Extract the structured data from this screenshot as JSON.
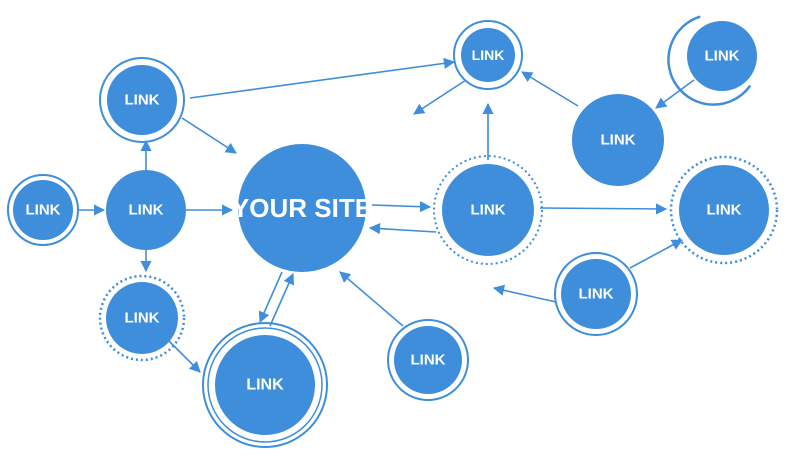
{
  "colors": {
    "node": "#3e8edb",
    "ring": "#3e8edb",
    "edge": "#3e8edb",
    "text": "#ffffff",
    "background": "#ffffff"
  },
  "center": {
    "label": "YOUR SITE"
  },
  "nodes": [
    {
      "id": "n1",
      "label": "LINK"
    },
    {
      "id": "n2",
      "label": "LINK"
    },
    {
      "id": "n3",
      "label": "LINK"
    },
    {
      "id": "n4",
      "label": "LINK"
    },
    {
      "id": "n5",
      "label": "LINK"
    },
    {
      "id": "n6",
      "label": "LINK"
    },
    {
      "id": "n7",
      "label": "LINK"
    },
    {
      "id": "n8",
      "label": "LINK"
    },
    {
      "id": "n9",
      "label": "LINK"
    },
    {
      "id": "n10",
      "label": "LINK"
    },
    {
      "id": "n11",
      "label": "LINK"
    },
    {
      "id": "n12",
      "label": "LINK"
    }
  ]
}
